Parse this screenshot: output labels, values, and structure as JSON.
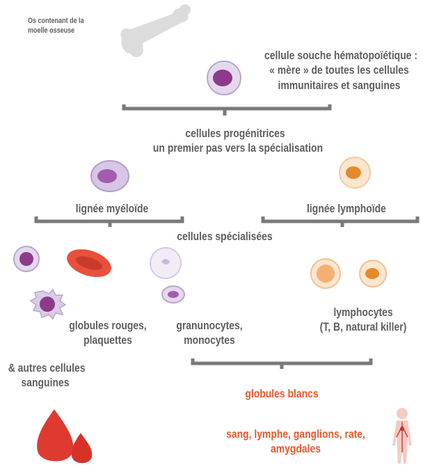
{
  "labels": {
    "bone": [
      "Os contenant de la",
      "moelle osseuse"
    ],
    "stem_cell": [
      "cellule souche hématopoïétique :",
      "« mère » de toutes les cellules",
      "immunitaires et sanguines"
    ],
    "progenitor": [
      "cellules progénitrices",
      "un premier pas vers la spécialisation"
    ],
    "myeloid": "lignée myéloïde",
    "lymphoid": "lignée lymphoïde",
    "specialized": "cellules spécialisées",
    "red_cells": [
      "globules rouges,",
      "plaquettes"
    ],
    "other_cells": [
      "& autres cellules",
      "sanguines"
    ],
    "granulocytes": [
      "granunocytes,",
      "monocytes"
    ],
    "lymphocytes": [
      "lymphocytes",
      "(T, B, natural killer)"
    ],
    "white_cells": "globules blancs",
    "locations": [
      "sang, lymphe, ganglions, rate,",
      "amygdales"
    ]
  },
  "colors": {
    "text": "#5e5e5e",
    "accent_orange": "#e65a2c",
    "bracket": "#7a7a7a",
    "purple_nucleus": "#8e3a8a",
    "cell_membrane": "#d9cce6",
    "red_blood": "#e04a3a",
    "lymph_orange": "#f0a050"
  }
}
